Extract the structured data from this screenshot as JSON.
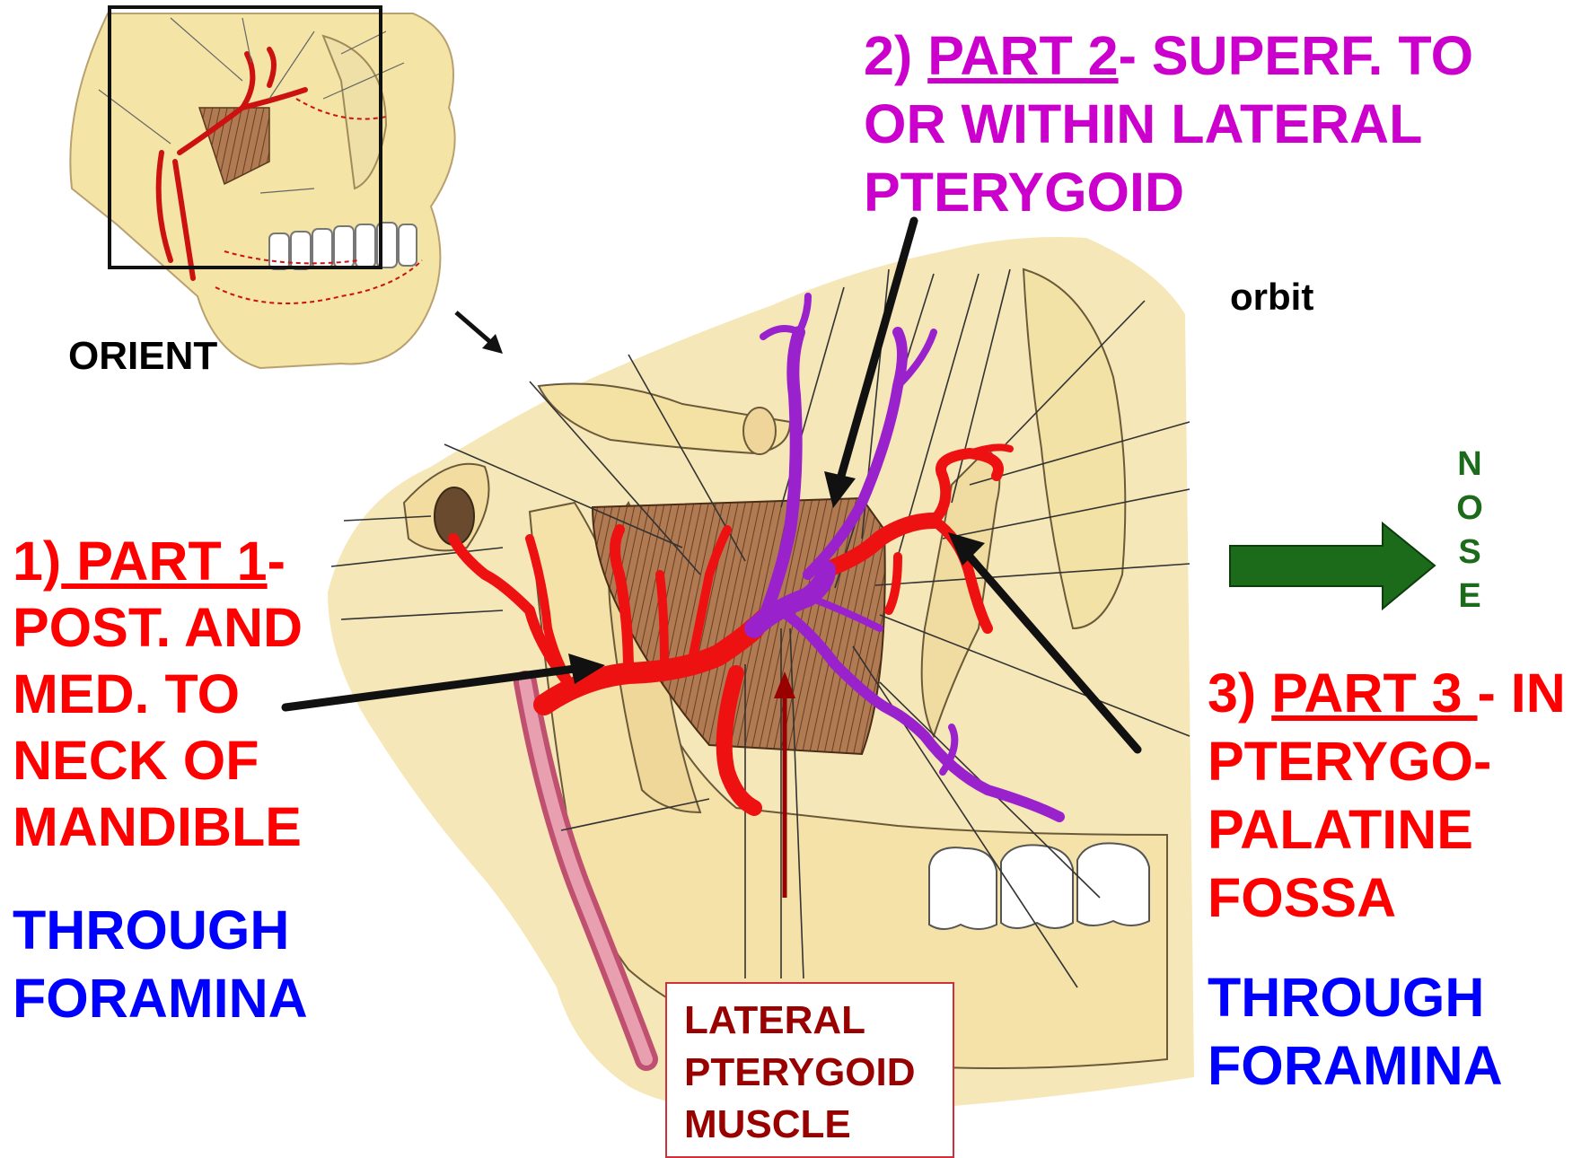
{
  "labels": {
    "orient": "ORIENT",
    "orbit": "orbit",
    "nose_letters": [
      "N",
      "O",
      "S",
      "E"
    ],
    "part1": {
      "prefix": "1)",
      "title": " PART 1",
      "suffix": "-",
      "lines": [
        "POST. AND",
        "MED. TO",
        "NECK OF",
        "MANDIBLE"
      ]
    },
    "through1": [
      "THROUGH",
      "FORAMINA"
    ],
    "part2": {
      "prefix": "2) ",
      "title": "PART 2",
      "suffix": "- SUPERF. TO",
      "lines": [
        "OR WITHIN LATERAL",
        "PTERYGOID"
      ]
    },
    "part3": {
      "prefix": "3) ",
      "title": "PART 3 ",
      "suffix": "- IN",
      "lines": [
        "PTERYGO-",
        "PALATINE",
        "FOSSA"
      ]
    },
    "through3": [
      "THROUGH",
      "FORAMINA"
    ],
    "muscle": [
      "LATERAL",
      "PTERYGOID",
      "MUSCLE"
    ]
  },
  "colors": {
    "part1_text": "#ff0000",
    "part2_text": "#cc00cc",
    "part3_text": "#ff0000",
    "foramina_text": "#0000ff",
    "nose_text": "#1b6b1b",
    "nose_arrow": "#1b6b1b",
    "muscle_text": "#990000",
    "artery_red": "#ee1111",
    "artery_purple": "#9922cc",
    "bone": "#f6e7b8",
    "muscle_fill": "#a8744c"
  }
}
